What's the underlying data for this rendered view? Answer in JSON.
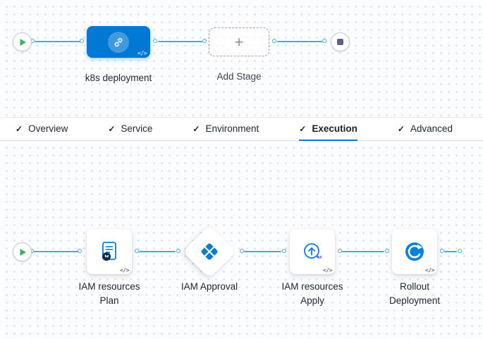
{
  "colors": {
    "accent_blue": "#0278d5",
    "edge_blue": "#3faaef",
    "play_green": "#3faf5f",
    "stop_slate": "#5b5f86",
    "canvas_dot": "#ccd3de"
  },
  "stage_flow": {
    "start_icon": "play-icon",
    "end_icon": "stop-icon",
    "stage": {
      "name": "k8s deployment",
      "icon": "link-icon",
      "badge": "</>"
    },
    "add_stage": {
      "label": "Add Stage",
      "plus": "+"
    }
  },
  "tabs": {
    "check_glyph": "✓",
    "items": [
      {
        "label": "Overview",
        "active": false
      },
      {
        "label": "Service",
        "active": false
      },
      {
        "label": "Environment",
        "active": false
      },
      {
        "label": "Execution",
        "active": true
      },
      {
        "label": "Advanced",
        "active": false
      }
    ]
  },
  "execution_flow": {
    "start_icon": "play-icon",
    "steps": [
      {
        "line1": "IAM resources",
        "line2": "Plan",
        "shape": "card",
        "icon": "terraform-plan-icon",
        "badge": "</>"
      },
      {
        "line1": "IAM Approval",
        "line2": "",
        "shape": "diamond",
        "icon": "approval-diamond-icon",
        "badge": ""
      },
      {
        "line1": "IAM resources",
        "line2": "Apply",
        "shape": "card",
        "icon": "terraform-apply-icon",
        "badge": "</>"
      },
      {
        "line1": "Rollout",
        "line2": "Deployment",
        "shape": "card",
        "icon": "rollout-deployment-icon",
        "badge": "</>"
      }
    ]
  }
}
